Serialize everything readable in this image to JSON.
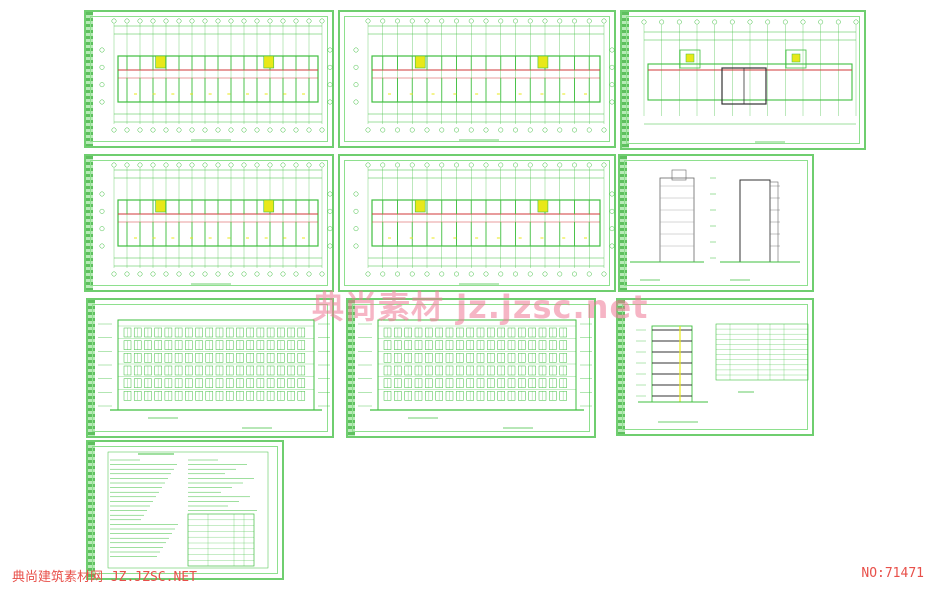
{
  "watermark": "典尚素材 jz.jzsc.net",
  "footer": {
    "left": "典尚建筑素材网 JZ.JZSC.NET",
    "right": "NO:71471"
  },
  "colors": {
    "frame": "#6fce6f",
    "line": "#3fbf3f",
    "accent": "#e8e81a",
    "wall": "#d23a3a",
    "watermark": "#ee7896"
  },
  "sheets": [
    {
      "id": "floor-plan-1",
      "kind": "plan"
    },
    {
      "id": "floor-plan-2",
      "kind": "plan"
    },
    {
      "id": "roof-plan",
      "kind": "roof"
    },
    {
      "id": "floor-plan-3",
      "kind": "plan"
    },
    {
      "id": "floor-plan-4",
      "kind": "plan"
    },
    {
      "id": "side-elevations",
      "kind": "side"
    },
    {
      "id": "front-elevation",
      "kind": "elevation"
    },
    {
      "id": "rear-elevation",
      "kind": "elevation"
    },
    {
      "id": "section-and-schedule",
      "kind": "section"
    },
    {
      "id": "design-notes",
      "kind": "notes"
    }
  ]
}
